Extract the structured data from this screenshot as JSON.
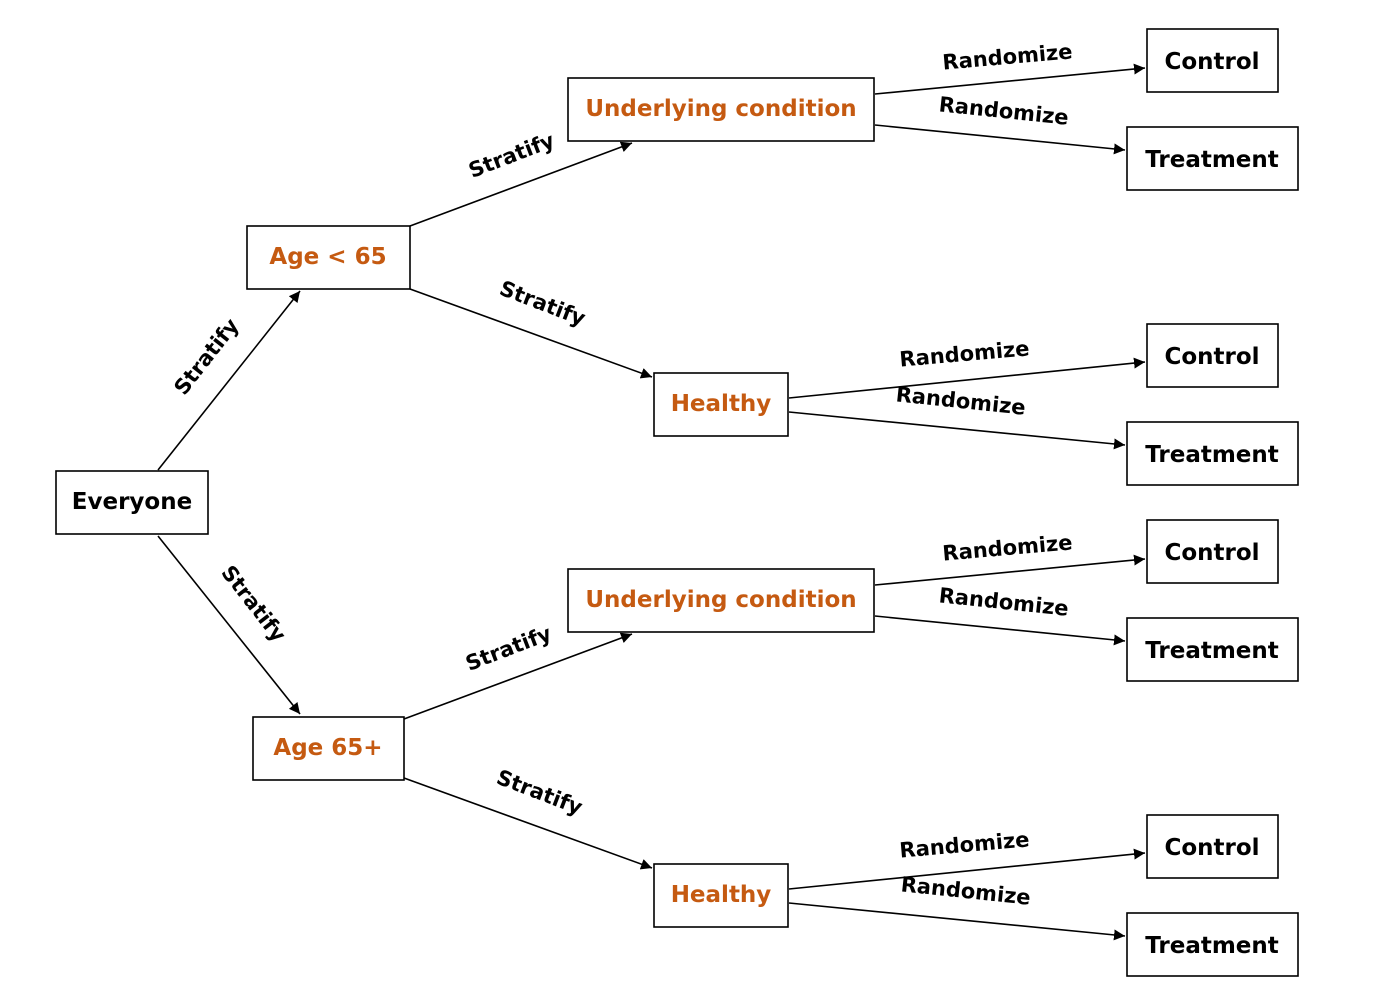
{
  "colors": {
    "strata": "#c55a11",
    "leaf": "#000000",
    "line": "#000000"
  },
  "nodes": {
    "everyone": "Everyone",
    "age_under_65": "Age < 65",
    "age_65_plus": "Age 65+",
    "young_underlying": "Underlying condition",
    "young_healthy": "Healthy",
    "old_underlying": "Underlying condition",
    "old_healthy": "Healthy",
    "control": "Control",
    "treatment": "Treatment"
  },
  "edge_labels": {
    "stratify": "Stratify",
    "randomize": "Randomize"
  }
}
